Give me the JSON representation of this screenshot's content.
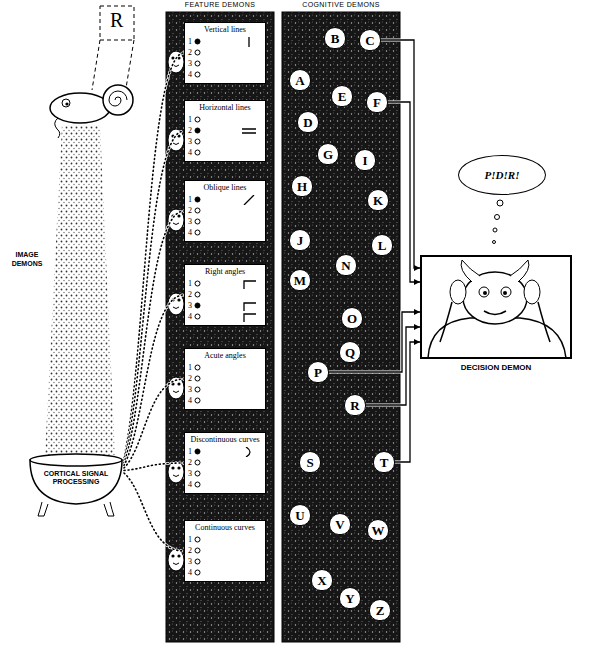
{
  "diagram": {
    "nodes": [
      {
        "text": [
          "FEATURE DEMONS"
        ]
      },
      {
        "text": [
          "Vertical lines",
          "1",
          "2",
          "3",
          "4"
        ],
        "in": 0
      },
      {
        "text": [
          "Horizontal lines",
          "1",
          "2",
          "3",
          "4"
        ],
        "in": 0
      },
      {
        "text": [
          "Oblique lines",
          "1",
          "2",
          "3",
          "4"
        ],
        "in": 0
      },
      {
        "text": [
          "Right angles",
          "1",
          "2",
          "3",
          "4"
        ],
        "in": 0
      },
      {
        "text": [
          "Acute angles",
          "1",
          "2",
          "3",
          "4"
        ],
        "in": 0
      },
      {
        "text": [
          "Discontinuous curves",
          "1",
          "2",
          "3",
          "4"
        ],
        "in": 0
      },
      {
        "text": [
          "Continuous curves",
          "1",
          "2",
          "3",
          "4"
        ],
        "in": 0
      },
      {
        "text": [
          "COGNITIVE DEMONS"
        ]
      },
      {
        "text": [
          "A"
        ],
        "in": 8
      },
      {
        "text": [
          "B"
        ],
        "in": 8
      },
      {
        "text": [
          "C"
        ],
        "in": 8
      },
      {
        "text": [
          "D"
        ],
        "in": 8
      },
      {
        "text": [
          "E"
        ],
        "in": 8
      },
      {
        "text": [
          "F"
        ],
        "in": 8
      },
      {
        "text": [
          "G"
        ],
        "in": 8
      },
      {
        "text": [
          "H"
        ],
        "in": 8
      },
      {
        "text": [
          "I"
        ],
        "in": 8
      },
      {
        "text": [
          "J"
        ],
        "in": 8
      },
      {
        "text": [
          "K"
        ],
        "in": 8
      },
      {
        "text": [
          "L"
        ],
        "in": 8
      },
      {
        "text": [
          "M"
        ],
        "in": 8
      },
      {
        "text": [
          "N"
        ],
        "in": 8
      },
      {
        "text": [
          "O"
        ],
        "in": 8
      },
      {
        "text": [
          "P"
        ],
        "in": 8
      },
      {
        "text": [
          "Q"
        ],
        "in": 8
      },
      {
        "text": [
          "R"
        ],
        "in": 8
      },
      {
        "text": [
          "S"
        ],
        "in": 8
      },
      {
        "text": [
          "T"
        ],
        "in": 8
      },
      {
        "text": [
          "U"
        ],
        "in": 8
      },
      {
        "text": [
          "V"
        ],
        "in": 8
      },
      {
        "text": [
          "W"
        ],
        "in": 8
      },
      {
        "text": [
          "X"
        ],
        "in": 8
      },
      {
        "text": [
          "Y"
        ],
        "in": 8
      },
      {
        "text": [
          "Z"
        ],
        "in": 8
      },
      {
        "text": [
          "P!D!R!"
        ]
      },
      {
        "text": [
          "DECISION DEMON"
        ]
      },
      {
        "text": [
          "CORTICAL SIGNAL PROCESSING"
        ]
      }
    ],
    "edges": [
      {
        "from": 37,
        "to": 1,
        "arrow": "none"
      },
      {
        "from": 37,
        "to": 2,
        "arrow": "none"
      },
      {
        "from": 37,
        "to": 3,
        "arrow": "none"
      },
      {
        "from": 37,
        "to": 4,
        "arrow": "none"
      },
      {
        "from": 37,
        "to": 5,
        "arrow": "none"
      },
      {
        "from": 37,
        "to": 6,
        "arrow": "none"
      },
      {
        "from": 37,
        "to": 7,
        "arrow": "none"
      },
      {
        "from": 11,
        "to": 36,
        "arrow": "to"
      },
      {
        "from": 14,
        "to": 36,
        "arrow": "to"
      },
      {
        "from": 24,
        "to": 36,
        "arrow": "to"
      },
      {
        "from": 26,
        "to": 36,
        "arrow": "to"
      },
      {
        "from": 28,
        "to": 36,
        "arrow": "to"
      }
    ],
    "labels": [
      "R",
      "IMAGE DEMONS"
    ]
  }
}
